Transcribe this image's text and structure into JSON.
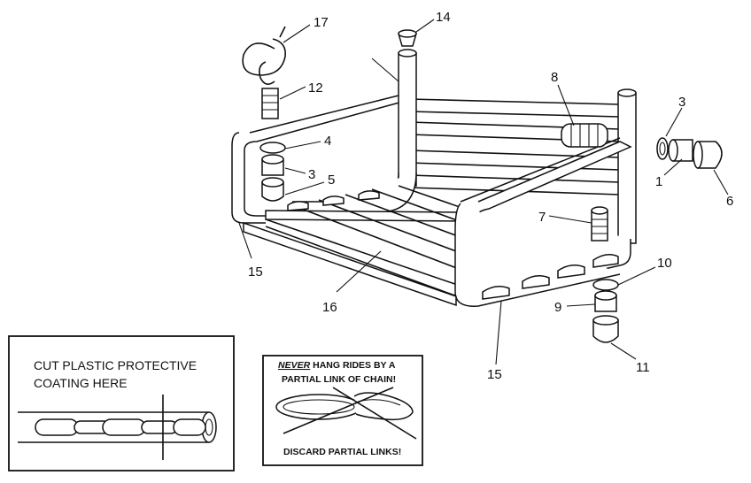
{
  "labels": {
    "p1": "1",
    "p3a": "3",
    "p3b": "3",
    "p4": "4",
    "p5": "5",
    "p6": "6",
    "p7": "7",
    "p8": "8",
    "p9": "9",
    "p10": "10",
    "p11": "11",
    "p12": "12",
    "p14": "14",
    "p15a": "15",
    "p15b": "15",
    "p16": "16",
    "p17": "17"
  },
  "cut_box": {
    "line1": "CUT PLASTIC PROTECTIVE",
    "line2": "COATING HERE"
  },
  "warning_box": {
    "never": "NEVER",
    "line1_rest": " HANG RIDES BY A",
    "line2": "PARTIAL LINK OF CHAIN!",
    "footer": "DISCARD PARTIAL LINKS!"
  }
}
